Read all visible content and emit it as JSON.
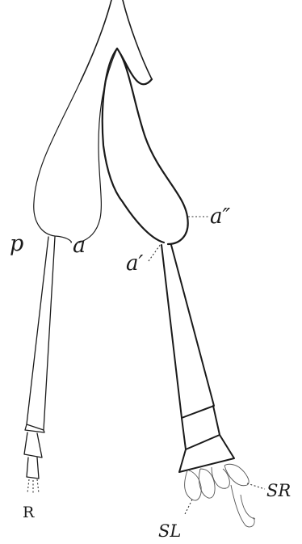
{
  "labels": {
    "p": "p",
    "a": "a",
    "a_prime": "a′",
    "a_double_prime": "a″",
    "R": "R",
    "SL": "SL",
    "SR": "SR"
  }
}
